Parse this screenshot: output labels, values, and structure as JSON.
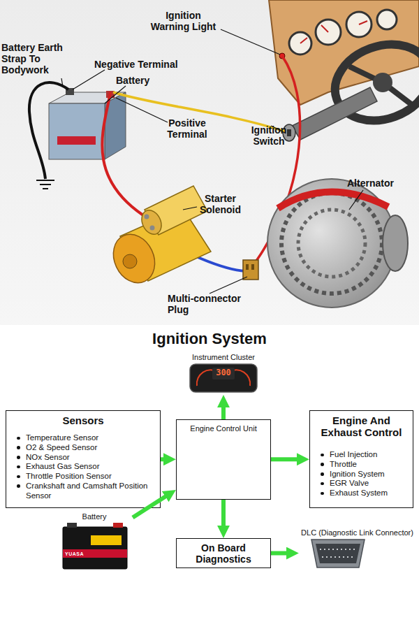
{
  "diagram": {
    "title": "Ignition System",
    "nodes": [
      {
        "text": [
          "Instrument Cluster",
          "300"
        ]
      },
      {
        "text": [
          "Sensors",
          "Temperature Sensor",
          "O2 & Speed Sensor",
          "NOx Sensor",
          "Exhaust Gas Sensor",
          "Throttle Position Sensor",
          "Crankshaft and Camshaft Position Sensor"
        ]
      },
      {
        "text": [
          "Engine Control Unit"
        ]
      },
      {
        "text": [
          "Engine And Exhaust Control",
          "Fuel Injection",
          "Throttle",
          "Ignition System",
          "EGR Valve",
          "Exhaust System"
        ]
      },
      {
        "text": [
          "Battery"
        ]
      },
      {
        "text": [
          "On Board Diagnostics"
        ]
      },
      {
        "text": [
          "DLC (Diagnostic Link Connector)"
        ]
      }
    ],
    "edges": [
      {
        "from": 1,
        "to": 2,
        "arrow": "to"
      },
      {
        "from": 2,
        "to": 0,
        "arrow": "to"
      },
      {
        "from": 2,
        "to": 3,
        "arrow": "to"
      },
      {
        "from": 4,
        "to": 2,
        "arrow": "to"
      },
      {
        "from": 2,
        "to": 5,
        "arrow": "to"
      },
      {
        "from": 5,
        "to": 6,
        "arrow": "to"
      }
    ],
    "labels": [
      "Ignition Warning Light",
      "Battery Earth Strap To Bodywork",
      "Negative Terminal",
      "Battery",
      "Positive Terminal",
      "Ignition Switch",
      "Alternator",
      "Starter Solenoid",
      "Multi-connector Plug",
      "YUASA"
    ]
  }
}
